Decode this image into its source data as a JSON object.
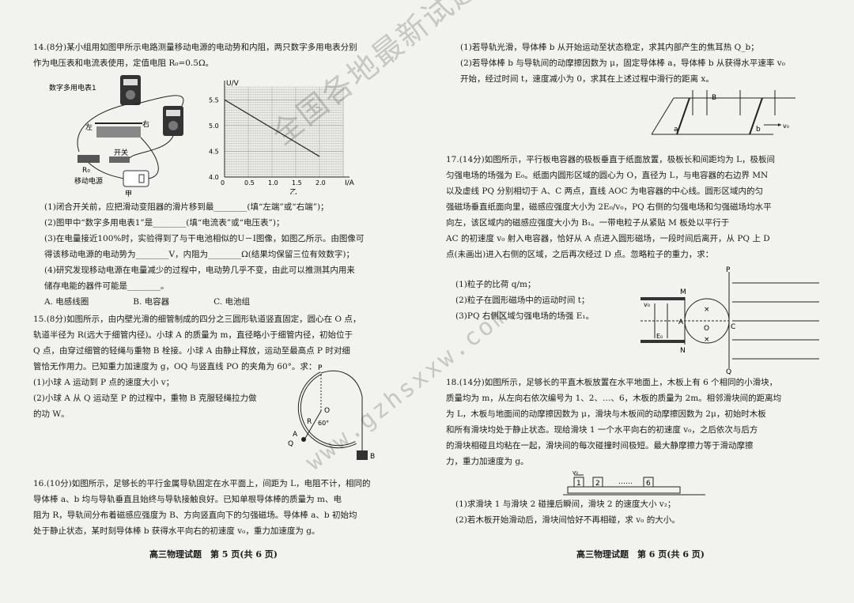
{
  "page5": {
    "q14": {
      "lines": [
        "14.(8分)某小组用如图甲所示电路测量移动电源的电动势和内阻，两只数字多用电表分别",
        "作为电压表和电流表使用，定值电阻 R₀=0.5Ω。"
      ],
      "fig_jia": {
        "meter1": "数字多用电表1",
        "left": "左",
        "right": "右",
        "switch": "开关",
        "r0": "R₀",
        "source": "移动电源",
        "caption": "甲"
      },
      "parts": [
        "(1)闭合开关前，应把滑动变阻器的滑片移到最________(填“左端”或“右端”)；",
        "(2)图甲中“数字多用电表1”是________(填“电流表”或“电压表”)；",
        "(3)在电量接近100%时，实验得到了与干电池相似的U－I图像，如图乙所示。由图像可",
        "得该移动电源的电动势为________V，内阻为________Ω(结果均保留三位有效数字)；",
        "(4)研究发现移动电源在电量减少的过程中，电动势几乎不变，由此可以推测其内用来",
        "储存电能的器件可能是________。"
      ],
      "options": [
        "A. 电感线圈",
        "B. 电容器",
        "C. 电池组"
      ]
    },
    "q15": {
      "lines": [
        "15.(8分)如图所示，由内壁光滑的细管制成的四分之三圆形轨道竖直固定，圆心在 O 点，",
        "轨道半径为 R(远大于细管内径)。小球 A 的质量为 m，直径略小于细管内径，初始位于",
        "Q 点，由穿过细管的轻绳与重物 B 栓接。小球 A 由静止释放，运动至最高点 P 时对细",
        "管恰无作用力。已知重力加速度为 g，OQ 与竖直线 PO 的夹角为 60°。求：",
        "(1)小球 A 运动到 P 点的速度大小 v；",
        "(2)小球 A 从 Q 运动至 P 的过程中，重物 B 克服轻绳拉力做",
        "的功 W。"
      ],
      "fig": {
        "p": "P",
        "o": "O",
        "r": "R",
        "angle": "60°",
        "a": "A",
        "q": "Q",
        "b": "B"
      }
    },
    "q16": {
      "lines": [
        "16.(10分)如图所示，足够长的平行金属导轨固定在水平面上，间距为 L，电阻不计，相同的",
        "导体棒 a、b 均与导轨垂直且始终与导轨接触良好。已知单根导体棒的质量为 m、电",
        "阻为 R，导轨间分布着磁感应强度为 B、方向竖直向下的匀强磁场。导体棒 a、b 初始均",
        "处于静止状态，某时刻导体棒 b 获得水平向右的初速度 v₀，重力加速度为 g。"
      ]
    },
    "footer": "高三物理试题　第 5 页(共 6 页)"
  },
  "chart_data": {
    "type": "line",
    "title": "",
    "xlabel": "I/A",
    "ylabel": "U/V",
    "xlim": [
      0,
      2.5
    ],
    "ylim": [
      4.0,
      5.75
    ],
    "x_ticks": [
      "0",
      "0.5",
      "1.0",
      "1.5",
      "2.0"
    ],
    "y_ticks": [
      "4.0",
      "4.5",
      "5.0",
      "5.5"
    ],
    "grid": true,
    "caption": "乙",
    "series": [
      {
        "x": [
          0,
          2.0
        ],
        "y": [
          5.5,
          4.4
        ]
      }
    ]
  },
  "page6": {
    "q16_cont": [
      "(1)若导轨光滑，导体棒 b 从开始运动至状态稳定，求其内部产生的焦耳热 Q_b；",
      "(2)若导体棒 b 与导轨间的动摩擦因数为 μ，固定导体棒 a，导体棒 b 从获得水平速率 v₀",
      "开始，经过时间 t，速度减小为 0，求其在上述过程中滑行的距离 x。"
    ],
    "q16_fig": {
      "b_field": "B",
      "a": "a",
      "b": "b",
      "v0": "v₀"
    },
    "q17": {
      "lines": [
        "17.(14分)如图所示，平行板电容器的极板垂直于纸面放置，极板长和间距均为 L，极板间",
        "匀强电场的场强为 E₀。纸面内圆形区域的圆心为 O，直径为 L，与电容器的右边界 MN",
        "以及虚线 PQ 分别相切于 A、C 两点，直线 AOC 为电容器的中心线。圆形区域内的匀",
        "强磁场垂直纸面向里，磁感应强度大小为 2E₀/v₀，PQ 右侧的匀强电场和匀强磁场均水平",
        "向左，该区域内的磁感应强度大小为 B₁。一带电粒子从紧贴 M 板处以平行于",
        "AC 的初速度 v₀ 射入电容器，恰好从 A 点进入圆形磁场，一段时间后离开，从 PQ 上 D",
        "点(未画出)进入右侧的区域，之后再次经过 D 点。忽略粒子的重力，求："
      ],
      "parts": [
        "(1)粒子的比荷 q/m；",
        "(2)粒子在圆形磁场中的运动时间 t；",
        "(3)PQ 右侧区域匀强电场的场强 E₁。"
      ],
      "fig": {
        "p": "P",
        "q": "Q",
        "m": "M",
        "n": "N",
        "o": "O",
        "a": "A",
        "c": "C",
        "v0": "v₀",
        "e0": "E₀"
      }
    },
    "q18": {
      "lines": [
        "18.(14分)如图所示，足够长的平直木板放置在水平地面上，木板上有 6 个相同的小滑块，",
        "质量均为 m，从左向右依次编号为 1、2、…、6，木板的质量为 2m。相邻滑块间的距离均",
        "为 L，木板与地面间的动摩擦因数为 μ，滑块与木板间的动摩擦因数为 2μ，初始时木板",
        "和所有滑块均处于静止状态。现给滑块 1 一个水平向右的初速度 v₀，之后依次与后方",
        "的滑块相碰且均粘在一起，滑块间的每次碰撞时间极短。最大静摩擦力等于滑动摩擦",
        "力，重力加速度为 g。"
      ],
      "fig": {
        "v0": "v₀",
        "b1": "1",
        "b2": "2",
        "dots": "……",
        "b6": "6"
      },
      "parts": [
        "(1)求滑块 1 与滑块 2 碰撞后瞬间，滑块 2 的速度大小 v₂；",
        "(2)若木板开始滑动后，滑块间恰好不再相碰，求 v₀ 的大小。"
      ]
    },
    "footer": "高三物理试题　第 6 页(共 6 页)"
  },
  "watermark": {
    "line1": "全国各地最新试题下载",
    "line2": "www.gzhsxxw.com"
  }
}
